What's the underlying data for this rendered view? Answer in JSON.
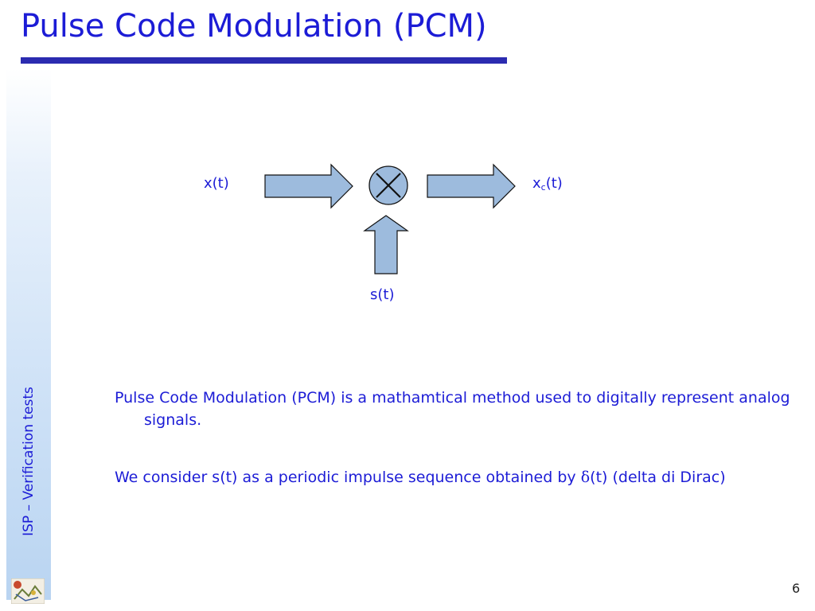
{
  "slide": {
    "title": "Pulse Code Modulation (PCM)",
    "sidebar_text": "ISP – Verification tests",
    "page_number": "6"
  },
  "diagram": {
    "input_label": "x(t)",
    "output_label_base": "x",
    "output_label_sub": "c",
    "output_label_suffix": "(t)",
    "sampling_label": "s(t)",
    "multiplier_icon": "multiply-icon",
    "colors": {
      "arrow_fill": "#9dbbdd",
      "arrow_stroke": "#111111",
      "text": "#1c1cd6"
    }
  },
  "body": {
    "paragraph_1": "Pulse Code Modulation (PCM) is a mathamtical method used to digitally represent analog signals.",
    "paragraph_2_before": "We consider s(t) as a periodic impulse sequence obtained by ",
    "paragraph_2_symbol": "δ",
    "paragraph_2_after": "(t) (delta di Dirac)"
  },
  "colors": {
    "title": "#1c1cd6",
    "title_rule": "#2b2bb0",
    "side_band": "#b9d4f1"
  }
}
